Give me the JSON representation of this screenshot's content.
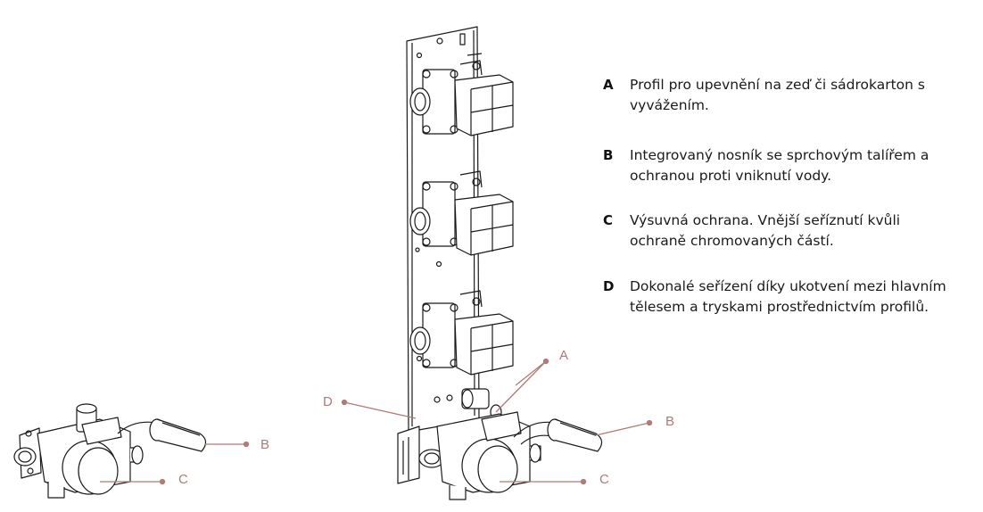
{
  "legend": {
    "items": [
      {
        "letter": "A",
        "text": "Profil pro upevnění na zeď či sádrokarton s vyvážením."
      },
      {
        "letter": "B",
        "text": "Integrovaný nosník se sprchovým talířem a ochranou proti vniknutí vody."
      },
      {
        "letter": "C",
        "text": "Výsuvná ochrana. Vnější seříznutí kvůli ochraně chromovaných částí."
      },
      {
        "letter": "D",
        "text": "Dokonalé seřízení díky ukotvení mezi hlavním tělesem a tryskami prostřednictvím profilů."
      }
    ]
  },
  "callouts": {
    "a": "A",
    "b": "B",
    "c": "C",
    "d": "D"
  },
  "colors": {
    "callout": "#b07a78",
    "line_art": "#1a1a1a"
  }
}
